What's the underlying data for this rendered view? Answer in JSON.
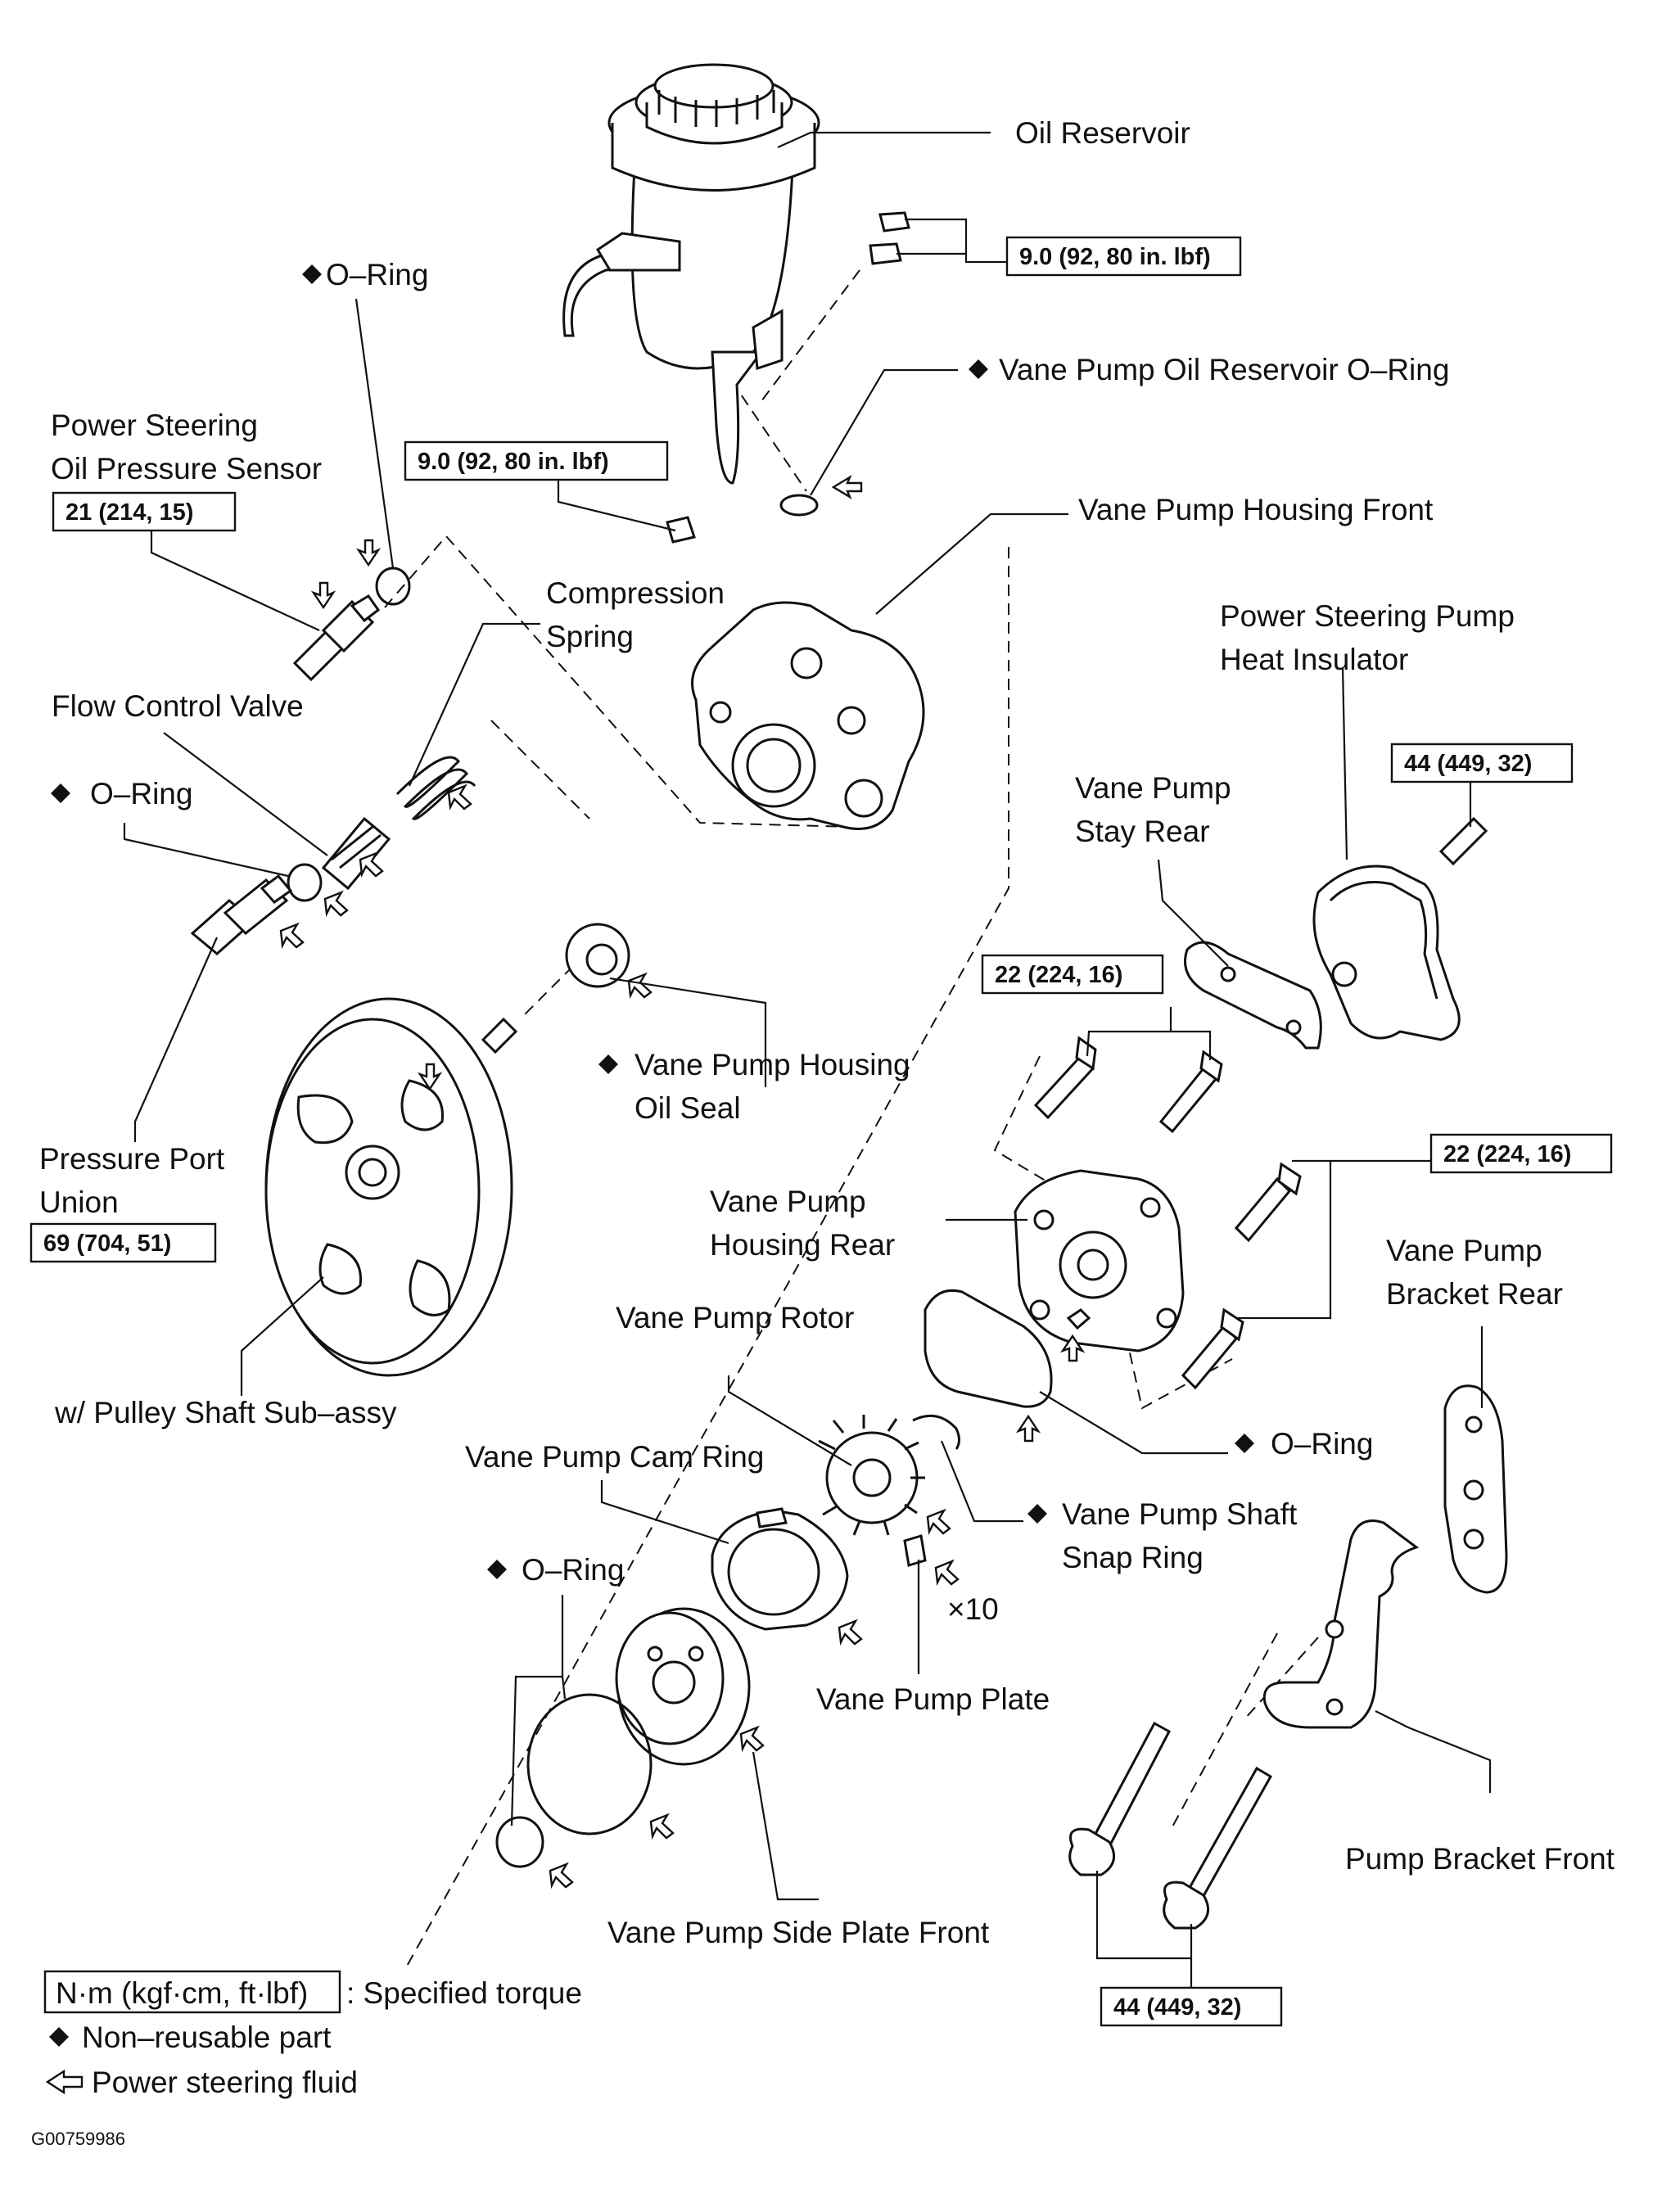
{
  "labels": {
    "oil_reservoir": "Oil Reservoir",
    "o_ring_top": "O–Ring",
    "vane_pump_oil_reservoir_o_ring": "Vane Pump Oil Reservoir O–Ring",
    "ps_oil_pressure_sensor_1": "Power Steering",
    "ps_oil_pressure_sensor_2": "Oil Pressure Sensor",
    "vane_pump_housing_front": "Vane Pump Housing Front",
    "compression_spring_1": "Compression",
    "compression_spring_2": "Spring",
    "flow_control_valve": "Flow Control Valve",
    "o_ring_left": "O–Ring",
    "ps_pump_heat_insulator_1": "Power Steering Pump",
    "ps_pump_heat_insulator_2": "Heat Insulator",
    "vane_pump_stay_rear_1": "Vane Pump",
    "vane_pump_stay_rear_2": "Stay Rear",
    "vane_pump_housing_oil_seal_1": "Vane Pump Housing",
    "vane_pump_housing_oil_seal_2": "Oil Seal",
    "pressure_port_union_1": "Pressure Port",
    "pressure_port_union_2": "Union",
    "vane_pump_housing_rear_1": "Vane Pump",
    "vane_pump_housing_rear_2": "Housing Rear",
    "vane_pump_bracket_rear_1": "Vane Pump",
    "vane_pump_bracket_rear_2": "Bracket Rear",
    "vane_pump_rotor": "Vane Pump Rotor",
    "pulley_shaft": "w/ Pulley Shaft Sub–assy",
    "o_ring_right": "O–Ring",
    "vane_pump_cam_ring": "Vane Pump Cam Ring",
    "vane_pump_shaft_snap_ring_1": "Vane Pump Shaft",
    "vane_pump_shaft_snap_ring_2": "Snap Ring",
    "o_ring_bottom": "O–Ring",
    "times_10": "×10",
    "vane_pump_plate": "Vane Pump Plate",
    "pump_bracket_front": "Pump Bracket Front",
    "vane_pump_side_plate_front": "Vane Pump Side Plate Front"
  },
  "torques": {
    "reservoir_upper": "9.0 (92, 80 in. lbf)",
    "reservoir_lower": "9.0 (92, 80 in. lbf)",
    "pressure_sensor": "21 (214, 15)",
    "heat_insulator": "44 (449, 32)",
    "housing_rear_upper": "22 (224, 16)",
    "housing_rear_right": "22 (224, 16)",
    "pressure_port_union": "69 (704, 51)",
    "bracket_bolts": "44 (449, 32)"
  },
  "legend": {
    "torque_unit": "N·m (kgf·cm, ft·lbf)",
    "torque_desc": ": Specified torque",
    "non_reusable": "Non–reusable part",
    "fluid": "Power steering fluid"
  },
  "figure_code": "G00759986"
}
